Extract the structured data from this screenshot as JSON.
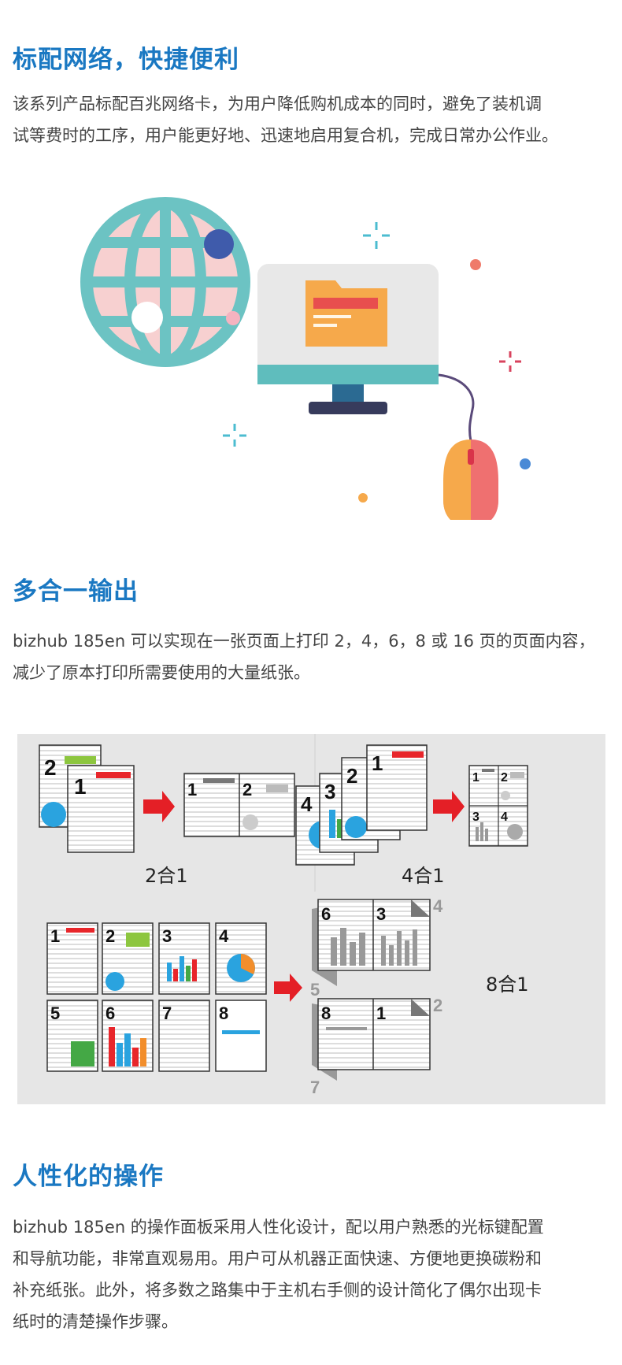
{
  "sections": {
    "network": {
      "title": "标配网络，快捷便利",
      "lines": [
        "该系列产品标配百兆网络卡，为用户降低购机成本的同时，避免了装机调",
        "试等费时的工序，用户能更好地、迅速地启用复合机，完成日常办公作业。"
      ]
    },
    "multi": {
      "title": "多合一输出",
      "lines": [
        "bizhub 185en 可以实现在一张页面上打印 2，4，6，8 或 16 页的页面内容，",
        "减少了原本打印所需要使用的大量纸张。"
      ]
    },
    "ops": {
      "title": "人性化的操作",
      "lines": [
        "bizhub 185en 的操作面板采用人性化设计，配以用户熟悉的光标键配置",
        "和导航功能，非常直观易用。用户可从机器正面快速、方便地更换碳粉和",
        "补充纸张。此外，将多数之路集中于主机右手侧的设计简化了偶尔出现卡",
        "纸时的清楚操作步骤。"
      ]
    }
  },
  "figure": {
    "label_2in1": "2合1",
    "label_4in1": "4合1",
    "label_8in1": "8合1",
    "page_numbers": [
      "1",
      "2",
      "3",
      "4",
      "5",
      "6",
      "7",
      "8"
    ]
  },
  "colors": {
    "heading": "#1a78c2",
    "globe": "#6cc3c3",
    "globe_fill": "#f7d0d0",
    "folder": "#f6a94b",
    "folder_tab": "#e84e4e",
    "mouse_left": "#f6a94b",
    "mouse_right": "#ef7070",
    "arrow": "#e41f26",
    "chart_blue": "#2aa3df",
    "chart_green": "#44a845",
    "chart_red": "#e8262b",
    "chart_orange": "#f28e2c"
  }
}
